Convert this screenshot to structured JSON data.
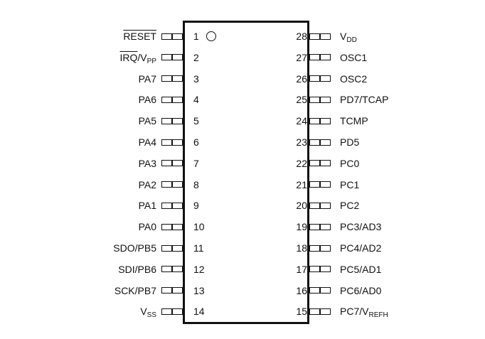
{
  "pins_left": [
    {
      "num": "1",
      "label": [
        {
          "t": "RESET",
          "ov": true
        }
      ]
    },
    {
      "num": "2",
      "label": [
        {
          "t": "IRQ",
          "ov": true
        },
        {
          "t": "/V"
        },
        {
          "t": "PP",
          "sub": true
        }
      ]
    },
    {
      "num": "3",
      "label": [
        {
          "t": "PA7"
        }
      ]
    },
    {
      "num": "4",
      "label": [
        {
          "t": "PA6"
        }
      ]
    },
    {
      "num": "5",
      "label": [
        {
          "t": "PA5"
        }
      ]
    },
    {
      "num": "6",
      "label": [
        {
          "t": "PA4"
        }
      ]
    },
    {
      "num": "7",
      "label": [
        {
          "t": "PA3"
        }
      ]
    },
    {
      "num": "8",
      "label": [
        {
          "t": "PA2"
        }
      ]
    },
    {
      "num": "9",
      "label": [
        {
          "t": "PA1"
        }
      ]
    },
    {
      "num": "10",
      "label": [
        {
          "t": "PA0"
        }
      ]
    },
    {
      "num": "11",
      "label": [
        {
          "t": "SDO/PB5"
        }
      ]
    },
    {
      "num": "12",
      "label": [
        {
          "t": "SDI/PB6"
        }
      ]
    },
    {
      "num": "13",
      "label": [
        {
          "t": "SCK/PB7"
        }
      ]
    },
    {
      "num": "14",
      "label": [
        {
          "t": "V"
        },
        {
          "t": "SS",
          "sub": true
        }
      ]
    }
  ],
  "pins_right": [
    {
      "num": "28",
      "label": [
        {
          "t": "V"
        },
        {
          "t": "DD",
          "sub": true
        }
      ]
    },
    {
      "num": "27",
      "label": [
        {
          "t": "OSC1"
        }
      ]
    },
    {
      "num": "26",
      "label": [
        {
          "t": "OSC2"
        }
      ]
    },
    {
      "num": "25",
      "label": [
        {
          "t": "PD7/TCAP"
        }
      ]
    },
    {
      "num": "24",
      "label": [
        {
          "t": "TCMP"
        }
      ]
    },
    {
      "num": "23",
      "label": [
        {
          "t": "PD5"
        }
      ]
    },
    {
      "num": "22",
      "label": [
        {
          "t": "PC0"
        }
      ]
    },
    {
      "num": "21",
      "label": [
        {
          "t": "PC1"
        }
      ]
    },
    {
      "num": "20",
      "label": [
        {
          "t": "PC2"
        }
      ]
    },
    {
      "num": "19",
      "label": [
        {
          "t": "PC3/AD3"
        }
      ]
    },
    {
      "num": "18",
      "label": [
        {
          "t": "PC4/AD2"
        }
      ]
    },
    {
      "num": "17",
      "label": [
        {
          "t": "PC5/AD1"
        }
      ]
    },
    {
      "num": "16",
      "label": [
        {
          "t": "PC6/AD0"
        }
      ]
    },
    {
      "num": "15",
      "label": [
        {
          "t": "PC7/V"
        },
        {
          "t": "REFH",
          "sub": true
        }
      ]
    }
  ]
}
